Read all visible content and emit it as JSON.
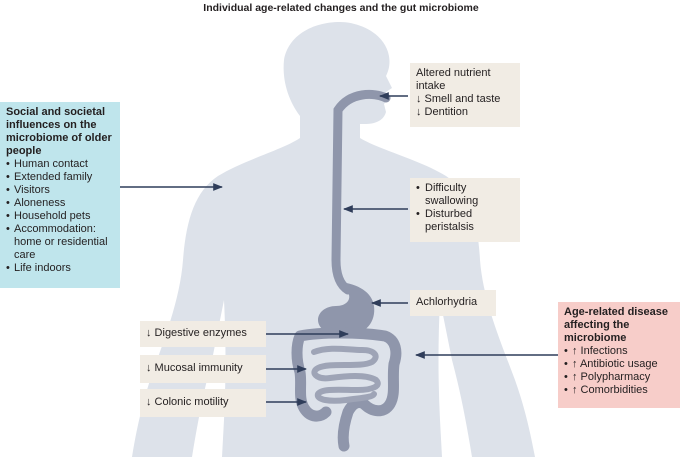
{
  "title": "Individual age-related changes and the gut microbiome",
  "social": {
    "heading": "Social and societal influences on the microbiome of older people",
    "items": [
      "Human contact",
      "Extended family",
      "Visitors",
      "Aloneness",
      "Household pets",
      "Accommodation: home or residential care",
      "Life indoors"
    ]
  },
  "nutrient": {
    "line1": "Altered nutrient intake",
    "line2": "↓ Smell and taste",
    "line3": "↓ Dentition"
  },
  "swallow": {
    "items": [
      "Difficulty swallowing",
      "Disturbed peristalsis"
    ]
  },
  "achlorhydria": "Achlorhydria",
  "enzymes": "↓ Digestive enzymes",
  "mucosal": "↓ Mucosal immunity",
  "colonic": "↓ Colonic motility",
  "disease": {
    "heading": "Age-related disease affecting the microbiome",
    "items": [
      "↑ Infections",
      "↑ Antibiotic usage",
      "↑ Polypharmacy",
      "↑ Comorbidities"
    ]
  },
  "colors": {
    "silhouette": "#dde2ea",
    "gut": "#8f96ab",
    "arrow": "#2f3d5a",
    "beige": "#f1ece4",
    "blue": "#bfe5ec",
    "pink": "#f7cdc9"
  }
}
